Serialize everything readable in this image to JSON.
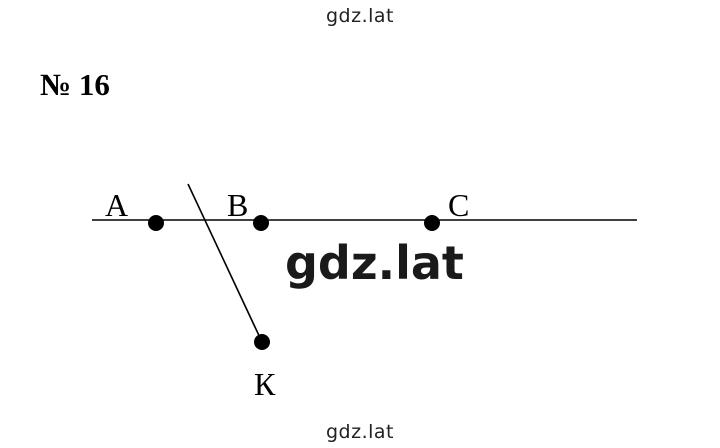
{
  "watermarks": {
    "top": "gdz.lat",
    "center": "gdz.lat",
    "bottom": "gdz.lat"
  },
  "problem": {
    "number": "№ 16"
  },
  "figure": {
    "points": [
      {
        "id": "A",
        "label": "A"
      },
      {
        "id": "B",
        "label": "B"
      },
      {
        "id": "C",
        "label": "C"
      },
      {
        "id": "K",
        "label": "К"
      }
    ],
    "lines": [
      {
        "id": "line-ABC",
        "through": [
          "A",
          "B",
          "C"
        ]
      },
      {
        "id": "segment-K",
        "through": [
          "K"
        ],
        "crosses": "line-ABC"
      }
    ],
    "color": "#000000"
  }
}
